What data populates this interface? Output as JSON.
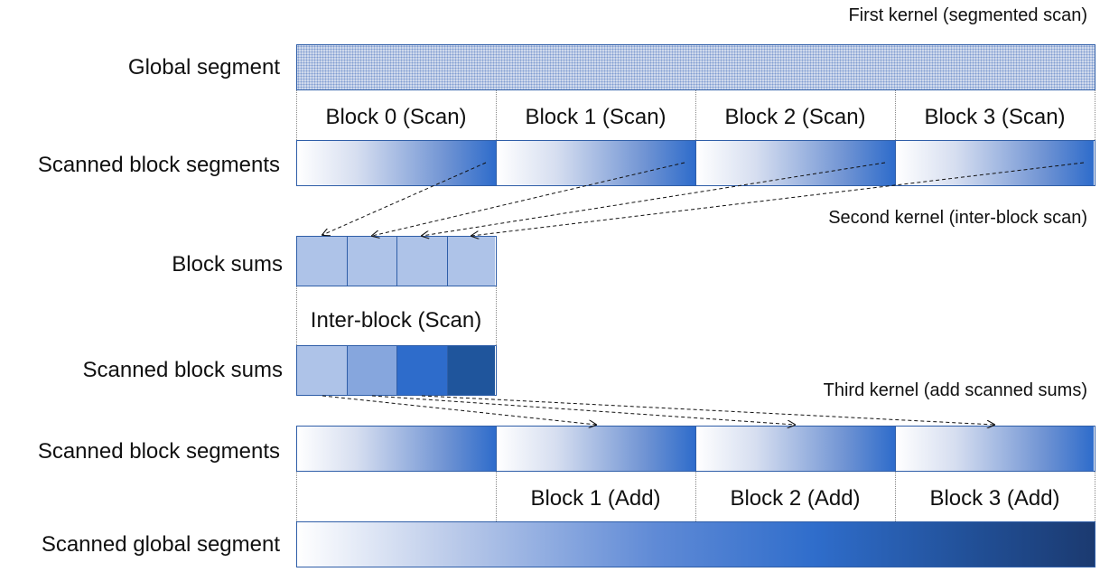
{
  "labels": {
    "global_segment": "Global segment",
    "scanned_block_segments_top": "Scanned block segments",
    "block_sums": "Block sums",
    "scanned_block_sums": "Scanned block sums",
    "scanned_block_segments_bottom": "Scanned block segments",
    "scanned_global_segment": "Scanned global segment"
  },
  "kernels": {
    "first": "First kernel (segmented scan)",
    "second": "Second kernel (inter-block scan)",
    "third": "Third kernel (add scanned sums)"
  },
  "scan_blocks": [
    "Block 0 (Scan)",
    "Block 1 (Scan)",
    "Block 2 (Scan)",
    "Block 3 (Scan)"
  ],
  "inter_block": "Inter-block (Scan)",
  "add_blocks": [
    "Block 1 (Add)",
    "Block 2 (Add)",
    "Block 3 (Add)"
  ],
  "colors": {
    "border": "#2f5ea8",
    "block_sum_cell": "#aec3e8",
    "scanned_sum_cells": [
      "#aec3e8",
      "#86a6dd",
      "#2e6ccb",
      "#1f559c"
    ]
  }
}
